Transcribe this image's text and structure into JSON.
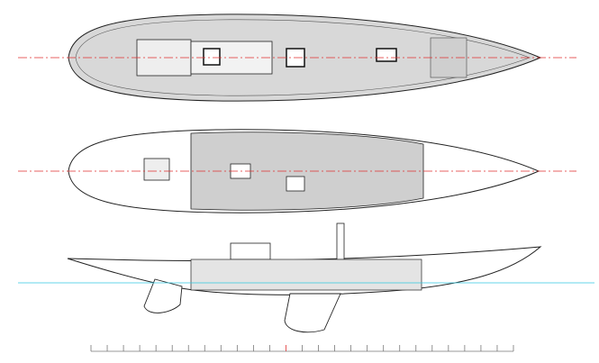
{
  "drawing": {
    "views": [
      "deck-plan",
      "interior-plan",
      "profile"
    ],
    "colors": {
      "line": "#222222",
      "centerline": "#e03030",
      "waterline": "#30c8e0",
      "deck": "#d8d8d8",
      "interior": "#cfcfcf"
    },
    "scale_bar": {
      "tick_count": 27,
      "highlighted_tick": 12
    }
  }
}
